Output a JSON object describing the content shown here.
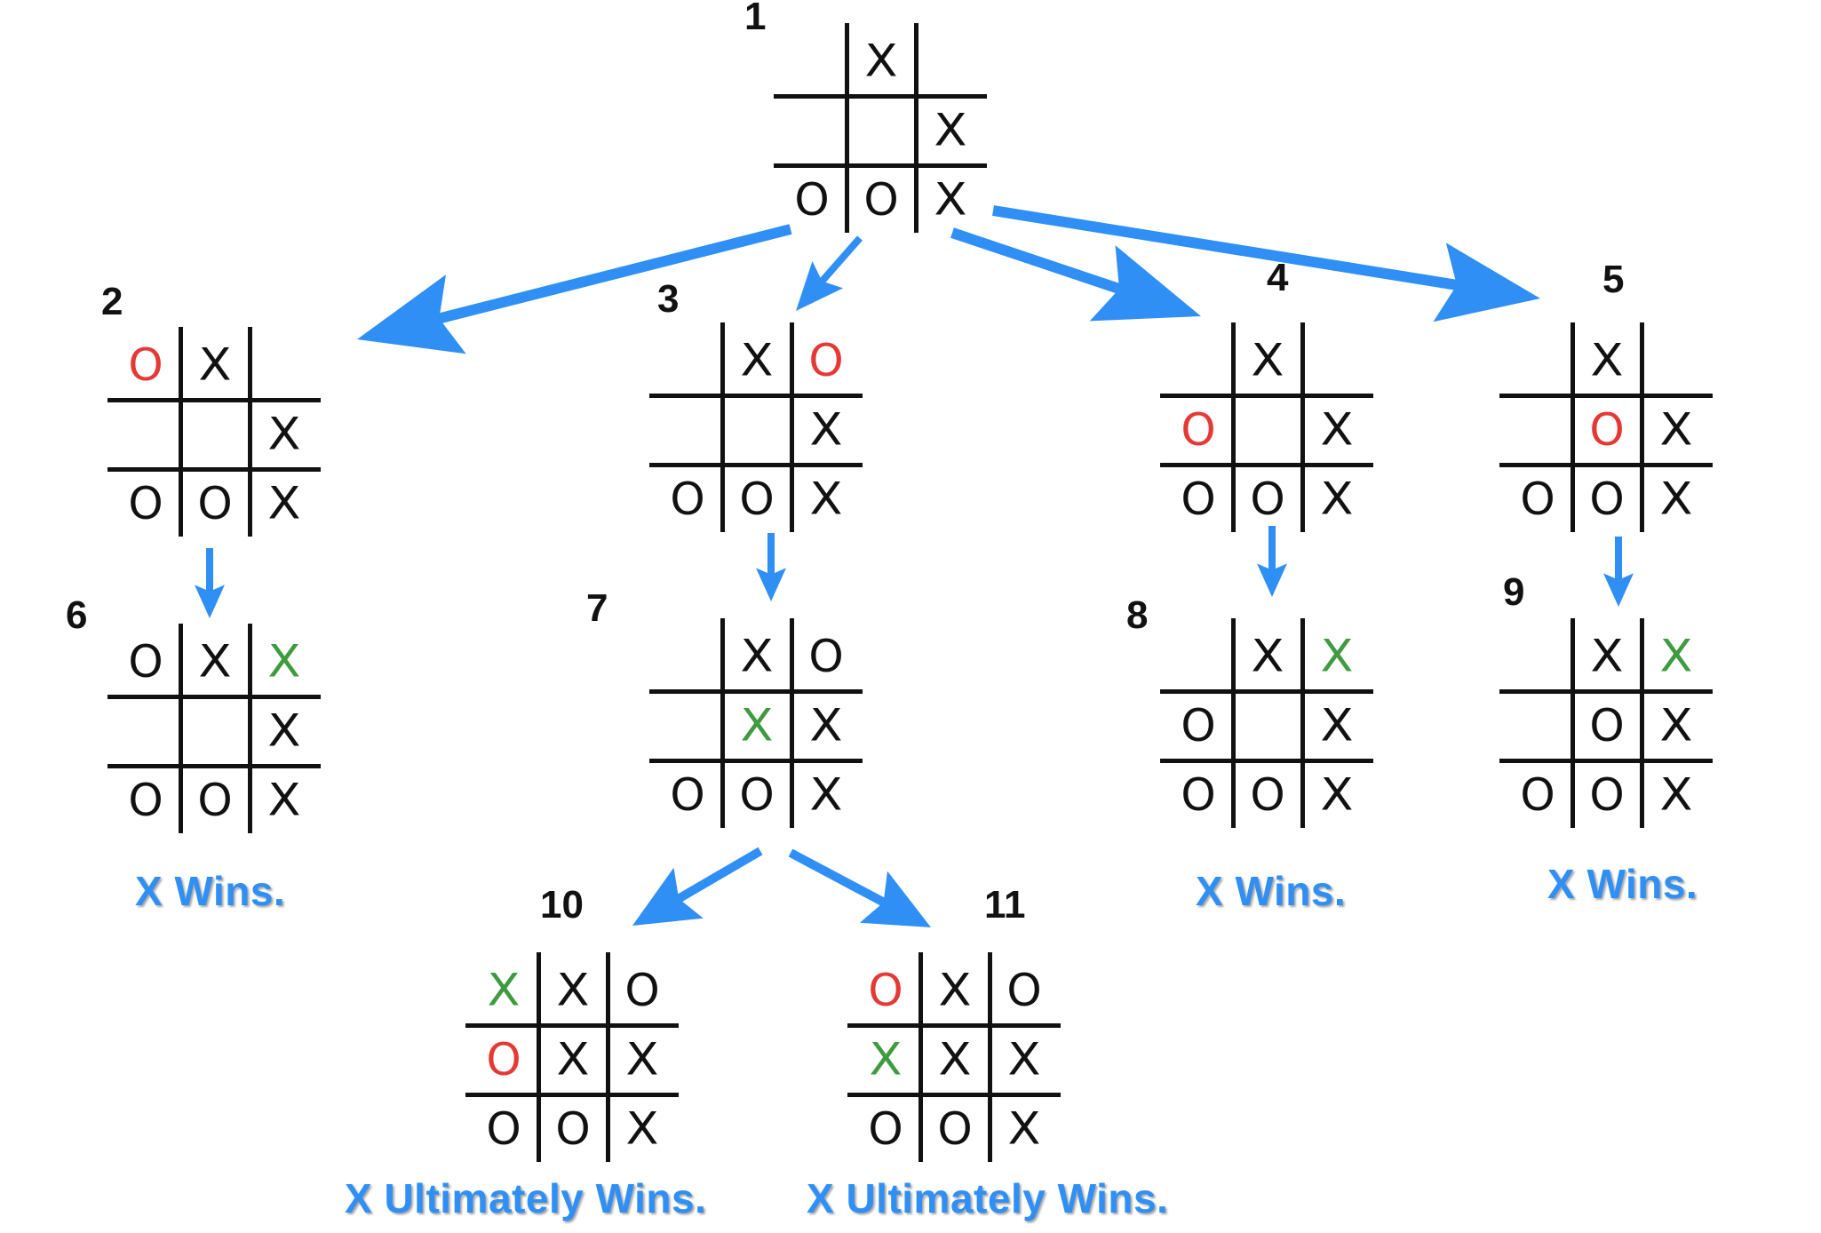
{
  "colors": {
    "arrow": "#2f8ff4",
    "grid": "#111111",
    "mark_default": "#111111",
    "mark_red": "#e53935",
    "mark_green": "#3f9b3f",
    "outcome_text": "#2f8ff4"
  },
  "nodes": [
    {
      "id": "1",
      "number": "1",
      "cells": [
        [
          "",
          "X",
          ""
        ],
        [
          "",
          "",
          "X"
        ],
        [
          "O",
          "O",
          "X"
        ]
      ],
      "colors": [
        [
          "",
          "",
          ""
        ],
        [
          "",
          "",
          ""
        ],
        [
          "",
          "",
          ""
        ]
      ]
    },
    {
      "id": "2",
      "number": "2",
      "cells": [
        [
          "O",
          "X",
          ""
        ],
        [
          "",
          "",
          "X"
        ],
        [
          "O",
          "O",
          "X"
        ]
      ],
      "colors": [
        [
          "red",
          "",
          ""
        ],
        [
          "",
          "",
          ""
        ],
        [
          "",
          "",
          ""
        ]
      ]
    },
    {
      "id": "3",
      "number": "3",
      "cells": [
        [
          "",
          "X",
          "O"
        ],
        [
          "",
          "",
          "X"
        ],
        [
          "O",
          "O",
          "X"
        ]
      ],
      "colors": [
        [
          "",
          "",
          "red"
        ],
        [
          "",
          "",
          ""
        ],
        [
          "",
          "",
          ""
        ]
      ]
    },
    {
      "id": "4",
      "number": "4",
      "cells": [
        [
          "",
          "X",
          ""
        ],
        [
          "O",
          "",
          "X"
        ],
        [
          "O",
          "O",
          "X"
        ]
      ],
      "colors": [
        [
          "",
          "",
          ""
        ],
        [
          "red",
          "",
          ""
        ],
        [
          "",
          "",
          ""
        ]
      ]
    },
    {
      "id": "5",
      "number": "5",
      "cells": [
        [
          "",
          "X",
          ""
        ],
        [
          "",
          "O",
          "X"
        ],
        [
          "O",
          "O",
          "X"
        ]
      ],
      "colors": [
        [
          "",
          "",
          ""
        ],
        [
          "",
          "red",
          ""
        ],
        [
          "",
          "",
          ""
        ]
      ]
    },
    {
      "id": "6",
      "number": "6",
      "cells": [
        [
          "O",
          "X",
          "X"
        ],
        [
          "",
          "",
          "X"
        ],
        [
          "O",
          "O",
          "X"
        ]
      ],
      "colors": [
        [
          "",
          "",
          "green"
        ],
        [
          "",
          "",
          ""
        ],
        [
          "",
          "",
          ""
        ]
      ]
    },
    {
      "id": "7",
      "number": "7",
      "cells": [
        [
          "",
          "X",
          "O"
        ],
        [
          "",
          "X",
          "X"
        ],
        [
          "O",
          "O",
          "X"
        ]
      ],
      "colors": [
        [
          "",
          "",
          ""
        ],
        [
          "",
          "green",
          ""
        ],
        [
          "",
          "",
          ""
        ]
      ]
    },
    {
      "id": "8",
      "number": "8",
      "cells": [
        [
          "",
          "X",
          "X"
        ],
        [
          "O",
          "",
          "X"
        ],
        [
          "O",
          "O",
          "X"
        ]
      ],
      "colors": [
        [
          "",
          "",
          "green"
        ],
        [
          "",
          "",
          ""
        ],
        [
          "",
          "",
          ""
        ]
      ]
    },
    {
      "id": "9",
      "number": "9",
      "cells": [
        [
          "",
          "X",
          "X"
        ],
        [
          "",
          "O",
          "X"
        ],
        [
          "O",
          "O",
          "X"
        ]
      ],
      "colors": [
        [
          "",
          "",
          "green"
        ],
        [
          "",
          "",
          ""
        ],
        [
          "",
          "",
          ""
        ]
      ]
    },
    {
      "id": "10",
      "number": "10",
      "cells": [
        [
          "X",
          "X",
          "O"
        ],
        [
          "O",
          "X",
          "X"
        ],
        [
          "O",
          "O",
          "X"
        ]
      ],
      "colors": [
        [
          "green",
          "",
          ""
        ],
        [
          "red",
          "",
          ""
        ],
        [
          "",
          "",
          ""
        ]
      ]
    },
    {
      "id": "11",
      "number": "11",
      "cells": [
        [
          "O",
          "X",
          "O"
        ],
        [
          "X",
          "X",
          "X"
        ],
        [
          "O",
          "O",
          "X"
        ]
      ],
      "colors": [
        [
          "red",
          "",
          ""
        ],
        [
          "green",
          "",
          ""
        ],
        [
          "",
          "",
          ""
        ]
      ]
    }
  ],
  "edges": [
    {
      "from": "1",
      "to": "2"
    },
    {
      "from": "1",
      "to": "3"
    },
    {
      "from": "1",
      "to": "4"
    },
    {
      "from": "1",
      "to": "5"
    },
    {
      "from": "2",
      "to": "6"
    },
    {
      "from": "3",
      "to": "7"
    },
    {
      "from": "4",
      "to": "8"
    },
    {
      "from": "5",
      "to": "9"
    },
    {
      "from": "7",
      "to": "10"
    },
    {
      "from": "7",
      "to": "11"
    }
  ],
  "outcomes": {
    "node6": "X Wins.",
    "node8": "X Wins.",
    "node9": "X Wins.",
    "node10": "X Ultimately Wins.",
    "node11": "X Ultimately Wins."
  }
}
